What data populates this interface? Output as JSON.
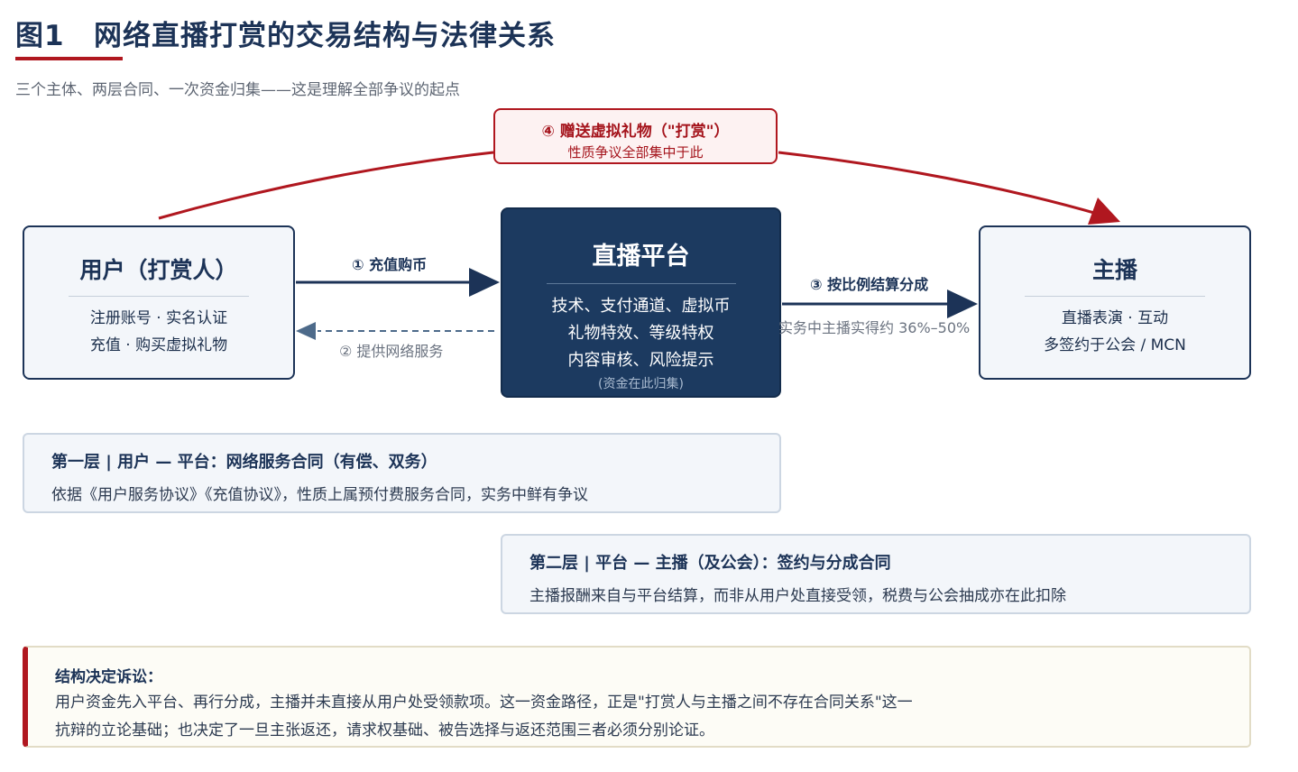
{
  "header": {
    "figure_label": "图1",
    "title": "网络直播打赏的交易结构与法律关系",
    "subtitle": "三个主体、两层合同、一次资金归集——这是理解全部争议的起点"
  },
  "gift": {
    "title": "④ 赠送虚拟礼物（\"打赏\"）",
    "subtitle": "性质争议全部集中于此"
  },
  "user": {
    "title": "用户（打赏人）",
    "lines": [
      "注册账号 · 实名认证",
      "充值 · 购买虚拟礼物"
    ]
  },
  "platform": {
    "title": "直播平台",
    "lines": [
      "技术、支付通道、虚拟币",
      "礼物特效、等级特权",
      "内容审核、风险提示"
    ],
    "note": "(资金在此归集)"
  },
  "streamer": {
    "title": "主播",
    "lines": [
      "直播表演 · 互动",
      "多签约于公会 / MCN"
    ]
  },
  "flows": {
    "recharge": "① 充值购币",
    "service": "② 提供网络服务",
    "settle": "③ 按比例结算分成",
    "settle_note": "实务中主播实得约 36%–50%"
  },
  "layers": [
    {
      "title": "第一层 | 用户 — 平台：网络服务合同（有偿、双务）",
      "desc": "依据《用户服务协议》《充值协议》，性质上属预付费服务合同，实务中鲜有争议"
    },
    {
      "title": "第二层 | 平台 — 主播（及公会）：签约与分成合同",
      "desc": "主播报酬来自与平台结算，而非从用户处直接受领，税费与公会抽成亦在此扣除"
    }
  ],
  "conclusion": {
    "title": "结构决定诉讼：",
    "lines": [
      "用户资金先入平台、再行分成，主播并未直接从用户处受领款项。这一资金路径，正是\"打赏人与主播之间不存在合同关系\"这一",
      "抗辩的立论基础；也决定了一旦主张返还，请求权基础、被告选择与返还范围三者必须分别论证。"
    ]
  },
  "colors": {
    "navy": "#1c3357",
    "accent_red": "#b0171f",
    "platform_fill": "#1c3a60",
    "dashed_arrow": "#4d6a8a"
  }
}
